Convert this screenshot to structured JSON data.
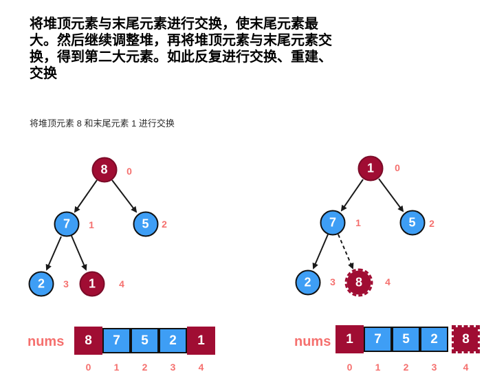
{
  "heading": {
    "lines": [
      "将堆顶元素与末尾元素进行交换，使末尾元素最",
      "大。然后继续调整堆，再将堆顶元素与末尾元素交",
      "换，得到第二大元素。如此反复进行交换、重建、",
      "交换"
    ]
  },
  "caption": "将堆顶元素 8 和末尾元素 1 进行交换",
  "colors": {
    "node_red": "#a00d33",
    "node_red_border": "#7a0b28",
    "node_blue": "#3e9ef5",
    "node_border": "#101010",
    "index_pink": "#f5706e",
    "arrow": "#1a1a1a",
    "text": "#000000"
  },
  "trees": {
    "left": {
      "nodes": [
        {
          "value": "8",
          "index": "0",
          "color": "red"
        },
        {
          "value": "7",
          "index": "1",
          "color": "blue"
        },
        {
          "value": "5",
          "index": "2",
          "color": "blue"
        },
        {
          "value": "2",
          "index": "3",
          "color": "blue"
        },
        {
          "value": "1",
          "index": "4",
          "color": "red"
        }
      ]
    },
    "right": {
      "nodes": [
        {
          "value": "1",
          "index": "0",
          "color": "red"
        },
        {
          "value": "7",
          "index": "1",
          "color": "blue"
        },
        {
          "value": "5",
          "index": "2",
          "color": "blue"
        },
        {
          "value": "2",
          "index": "3",
          "color": "blue"
        },
        {
          "value": "8",
          "index": "4",
          "color": "red",
          "style": "dashed"
        }
      ]
    }
  },
  "arrays": {
    "left": {
      "label": "nums",
      "cells": [
        {
          "value": "8",
          "color": "red"
        },
        {
          "value": "7",
          "color": "blue"
        },
        {
          "value": "5",
          "color": "blue"
        },
        {
          "value": "2",
          "color": "blue"
        },
        {
          "value": "1",
          "color": "red"
        }
      ],
      "indices": [
        "0",
        "1",
        "2",
        "3",
        "4"
      ]
    },
    "right": {
      "label": "nums",
      "cells": [
        {
          "value": "1",
          "color": "red"
        },
        {
          "value": "7",
          "color": "blue"
        },
        {
          "value": "5",
          "color": "blue"
        },
        {
          "value": "2",
          "color": "blue"
        },
        {
          "value": "8",
          "color": "red",
          "style": "dashed"
        }
      ],
      "indices": [
        "0",
        "1",
        "2",
        "3",
        "4"
      ]
    }
  }
}
